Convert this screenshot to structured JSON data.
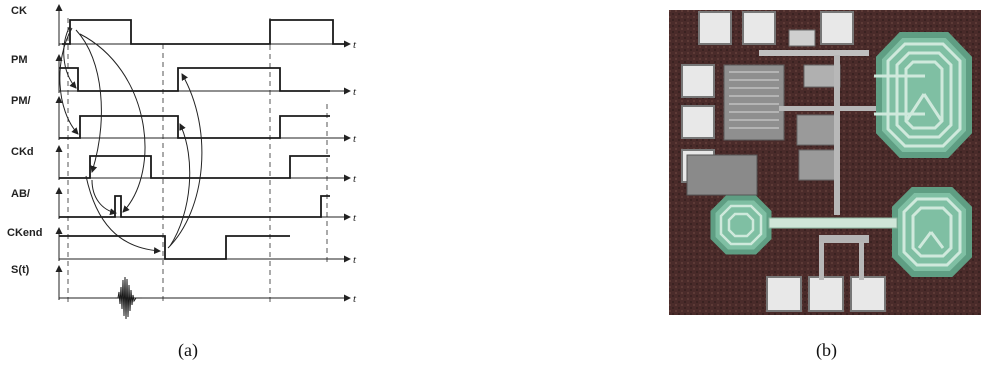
{
  "panel_a": {
    "caption": "(a)",
    "time_axis_label": "t",
    "signals": [
      {
        "name": "CK"
      },
      {
        "name": "PM"
      },
      {
        "name": "PM/"
      },
      {
        "name": "CKd"
      },
      {
        "name": "AB/"
      },
      {
        "name": "CKend"
      },
      {
        "name": "S(t)"
      }
    ]
  },
  "panel_b": {
    "caption": "(b)",
    "image_alt": "die-micrograph"
  },
  "colors": {
    "trace": "#1a1a1a",
    "axis": "#222222",
    "guide": "#555555",
    "chip_bg": "#4a2b2a",
    "chip_metal": "#9fcfb8",
    "chip_pad": "#e8e8e8"
  }
}
